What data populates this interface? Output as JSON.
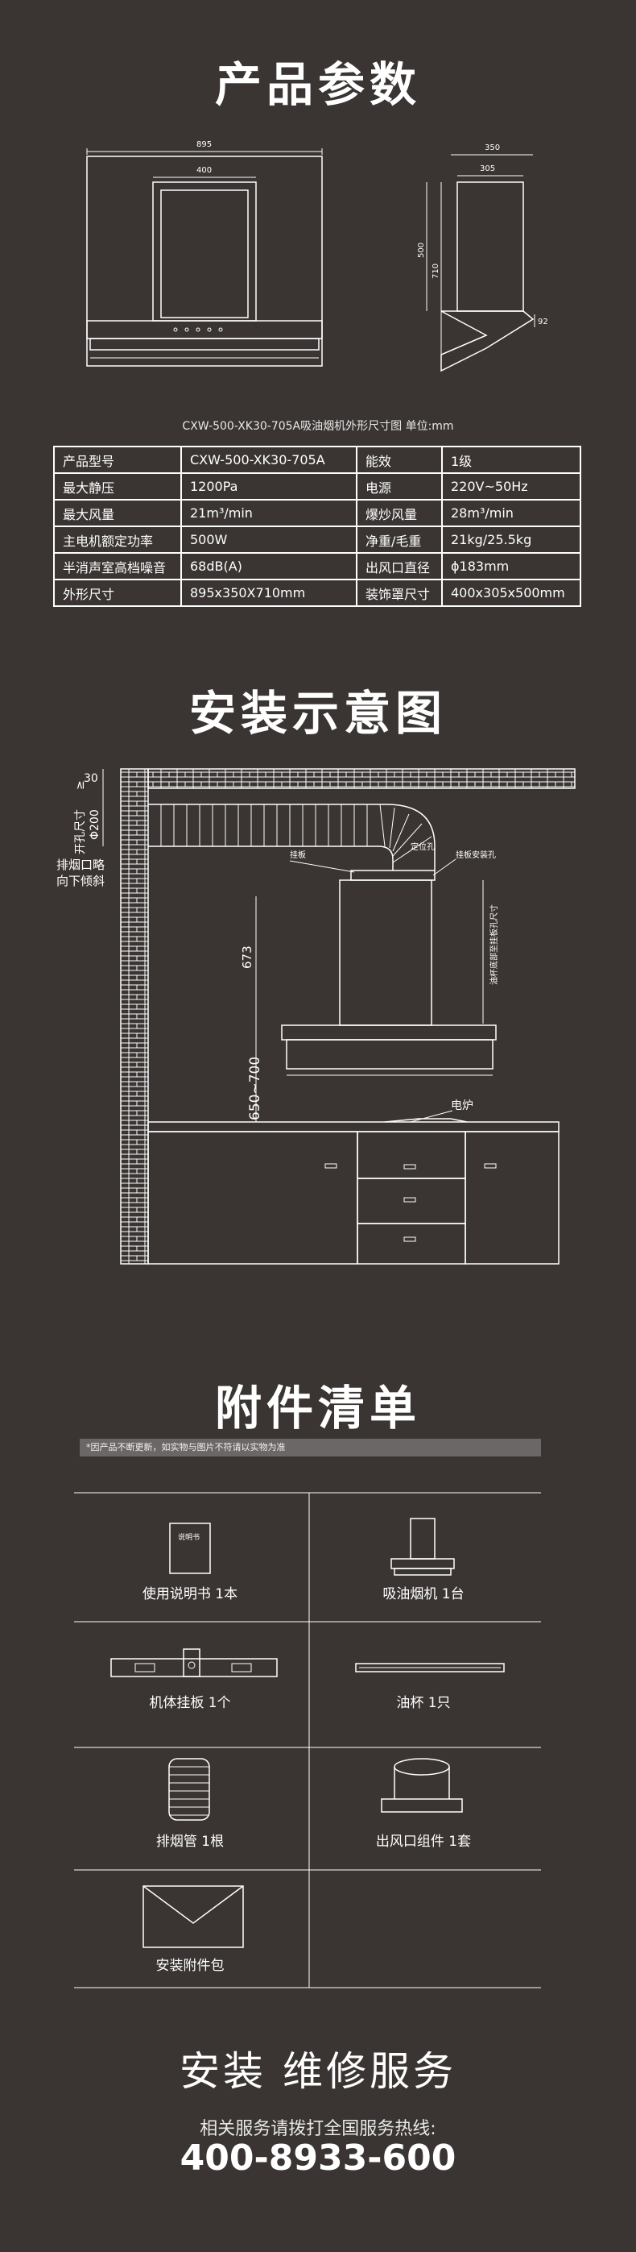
{
  "sections": {
    "params_title": "产品参数",
    "install_title": "安装示意图",
    "accessories_title": "附件清单",
    "service_title": "安装 维修服务"
  },
  "drawing": {
    "front_width": "895",
    "inner_width": "400",
    "side_width": "350",
    "side_inner": "305",
    "side_height_outer": "710",
    "side_height_inner": "500",
    "side_small": "92",
    "caption": "CXW-500-XK30-705A吸油烟机外形尺寸图 单位:mm"
  },
  "params": {
    "rows": [
      [
        "产品型号",
        "CXW-500-XK30-705A",
        "能效",
        "1级"
      ],
      [
        "最大静压",
        "1200Pa",
        "电源",
        "220V~50Hz"
      ],
      [
        "最大风量",
        "21m³/min",
        "爆炒风量",
        "28m³/min"
      ],
      [
        "主电机额定功率",
        "500W",
        "净重/毛重",
        "21kg/25.5kg"
      ],
      [
        "半消声室高档噪音",
        "68dB(A)",
        "出风口直径",
        "ϕ183mm"
      ],
      [
        "外形尺寸",
        "895x350X710mm",
        "装饰罩尺寸",
        "400x305x500mm"
      ]
    ]
  },
  "install": {
    "dim_30": "30",
    "hole_dia": "Φ200",
    "hole_size_label": "开孔尺寸",
    "ge_symbol": "≥",
    "exhaust_label_1": "排烟口略",
    "exhaust_label_2": "向下倾斜",
    "hanger_label": "挂板",
    "locate_label": "定位孔",
    "hanger_hole_label": "挂板安装孔",
    "dim_673": "673",
    "dim_673_note": "油杯底部至挂板孔尺寸",
    "dim_650_700": "650~700",
    "stove_label": "电炉"
  },
  "accessories": {
    "notice": "*因产品不断更新，如实物与图片不符请以实物为准",
    "manual_cover": "说明书",
    "items": [
      {
        "label": "使用说明书  1本"
      },
      {
        "label": "吸油烟机  1台"
      },
      {
        "label": "机体挂板  1个"
      },
      {
        "label": "油杯  1只"
      },
      {
        "label": "排烟管  1根"
      },
      {
        "label": "出风口组件  1套"
      },
      {
        "label": "安装附件包"
      }
    ]
  },
  "service": {
    "hotline_label": "相关服务请拨打全国服务热线:",
    "hotline": "400-8933-600"
  }
}
